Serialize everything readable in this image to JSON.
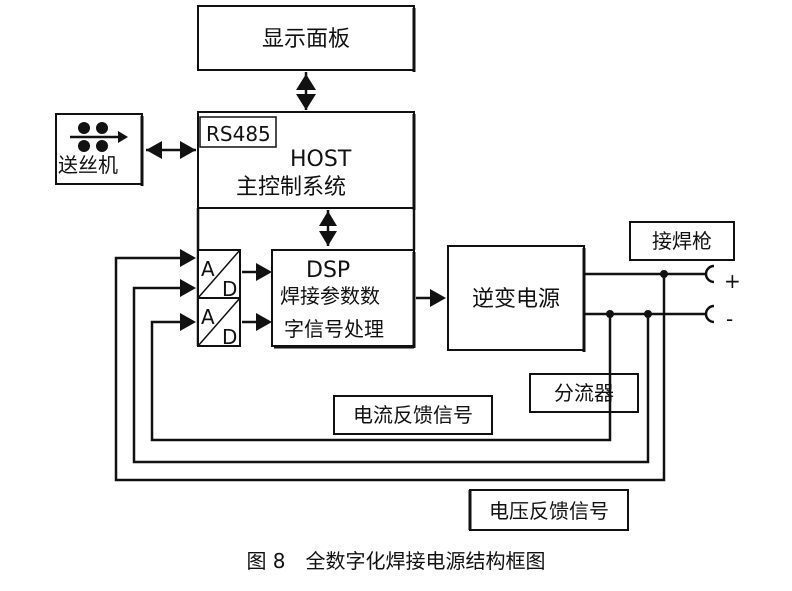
{
  "blocks": {
    "display_panel": "显示面板",
    "rs485": "RS485",
    "host_en": "HOST",
    "host_cn": "主控制系统",
    "wire_feeder": "送丝机",
    "ad1_a": "A",
    "ad1_d": "D",
    "ad2_a": "A",
    "ad2_d": "D",
    "dsp_en": "DSP",
    "dsp_line1": "焊接参数数",
    "dsp_line2": "字信号处理",
    "inverter": "逆变电源",
    "torch": "接焊枪",
    "plus": "+",
    "minus": "-",
    "shunt": "分流器",
    "current_feedback": "电流反馈信号",
    "voltage_feedback": "电压反馈信号"
  },
  "caption": "图 8　全数字化焊接电源结构框图"
}
